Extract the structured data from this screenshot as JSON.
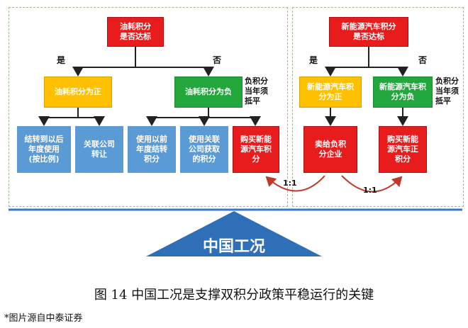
{
  "left": {
    "title": "油耗积分\n是否达标",
    "yes": "是",
    "no": "否",
    "positive": "油耗积分为正",
    "negative": "油耗积分为负",
    "negative_note": "负积分\n当年须\n抵平",
    "pos_options": [
      "结转到以后\n年度使用\n(按比例)",
      "关联公司\n转让"
    ],
    "neg_options": [
      "使用以前\n年度结转\n积分",
      "使用关联\n公司获取\n的积分",
      "购买新能\n源汽车积\n分"
    ]
  },
  "right": {
    "title": "新能源汽车积分\n是否达标",
    "yes": "是",
    "no": "否",
    "positive": "新能源汽车积\n分为正",
    "negative": "新能源汽车积\n分为负",
    "negative_note": "负积分\n当年须\n抵平",
    "sell": "卖给负积\n分企业",
    "buy": "购买新能\n源汽车正\n积分"
  },
  "ratios": [
    "1:1",
    "1:1"
  ],
  "base": "中国工况",
  "caption": "图 14    中国工况是支撑双积分政策平稳运行的关键",
  "source": "*图片源自中泰证券",
  "colors": {
    "red": "#e81c1c",
    "yellow": "#ffc000",
    "green": "#22a73c",
    "blue": "#5b9bd5",
    "triangle": "#2f6fb8",
    "base_line": "#3a78c4"
  }
}
